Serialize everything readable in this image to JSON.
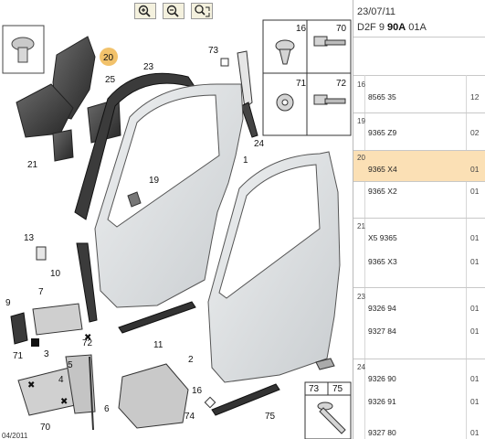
{
  "toolbar": {
    "buttons": [
      {
        "name": "zoom-in-button",
        "icon": "zoom-in-icon"
      },
      {
        "name": "zoom-out-button",
        "icon": "zoom-out-icon"
      },
      {
        "name": "zoom-fit-button",
        "icon": "zoom-fit-icon"
      }
    ]
  },
  "diagram": {
    "callouts": [
      "20",
      "23",
      "73",
      "25",
      "24",
      "1",
      "19",
      "21",
      "13",
      "10",
      "9",
      "7",
      "72",
      "71",
      "3",
      "4",
      "5",
      "11",
      "2",
      "70",
      "6",
      "74",
      "16",
      "75"
    ],
    "inset_top": {
      "c1": "16",
      "c2": "70",
      "c3": "71",
      "c4": "72"
    },
    "inset_bottom": {
      "c1": "73",
      "c2": "75"
    },
    "corner_left": "04/2011"
  },
  "parts_panel": {
    "date": "23/07/11",
    "code_prefix": "D2F 9 ",
    "code_bold": "90A",
    "code_suffix": " 01A",
    "groups": [
      {
        "num": "16",
        "rows": [
          {
            "ref": "8565 35",
            "qty": "12"
          }
        ]
      },
      {
        "num": "19",
        "rows": [
          {
            "ref": "9365 Z9",
            "qty": "02"
          }
        ]
      },
      {
        "num": "20",
        "rows": [
          {
            "ref": "9365 X4",
            "qty": "01"
          },
          {
            "ref": "9365 X2",
            "qty": "01"
          }
        ]
      },
      {
        "num": "21",
        "rows": [
          {
            "ref": "X5 9365",
            "qty": "01"
          },
          {
            "ref": "9365 X3",
            "qty": "01"
          }
        ]
      },
      {
        "num": "23",
        "rows": [
          {
            "ref": "9326 94",
            "qty": "01"
          },
          {
            "ref": "9327 84",
            "qty": "01"
          }
        ]
      },
      {
        "num": "24",
        "rows": [
          {
            "ref": "9326 90",
            "qty": "01"
          },
          {
            "ref": "9326 91",
            "qty": "01"
          },
          {
            "ref": "9327 80",
            "qty": "01"
          }
        ]
      }
    ],
    "highlight_color": "#fbe0b5",
    "highlight_ref": "9365 X4"
  }
}
